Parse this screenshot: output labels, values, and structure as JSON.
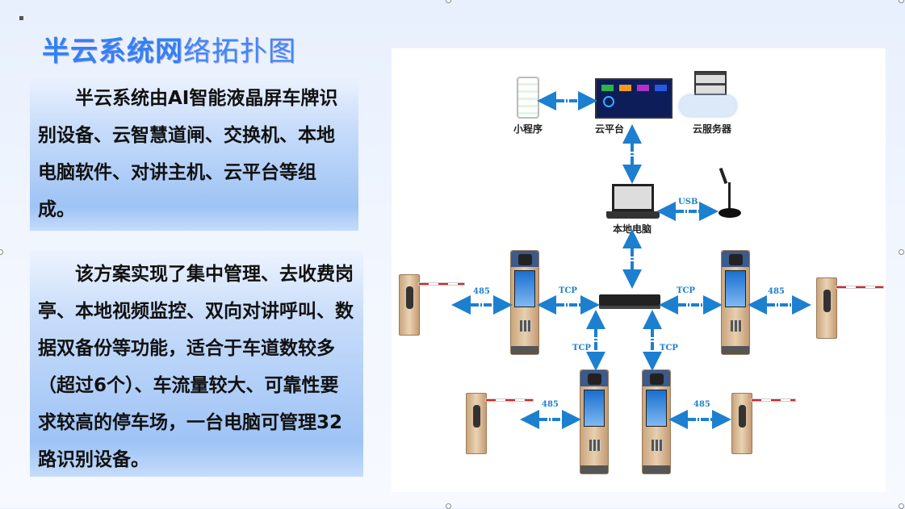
{
  "slide": {
    "title_bold": "半云系统网",
    "title_rest": "络拓扑图",
    "para1": "半云系统由AI智能液晶屏车牌识别设备、云智慧道闸、交换机、本地电脑软件、对讲主机、云平台等组成。",
    "para2": "该方案实现了集中管理、去收费岗亭、本地视频监控、双向对讲呼叫、数据双备份等功能，适合于车道数较多（超过6个）、车流量较大、可靠性要求较高的停车场，一台电脑可管理32路识别设备。"
  },
  "diagram": {
    "mini_program": "小程序",
    "cloud_platform": "云平台",
    "cloud_server": "云服务器",
    "local_pc": "本地电脑",
    "usb": "USB",
    "tcp": "TCP",
    "rs485": "485",
    "arrow_color": "#1d7fcf"
  }
}
